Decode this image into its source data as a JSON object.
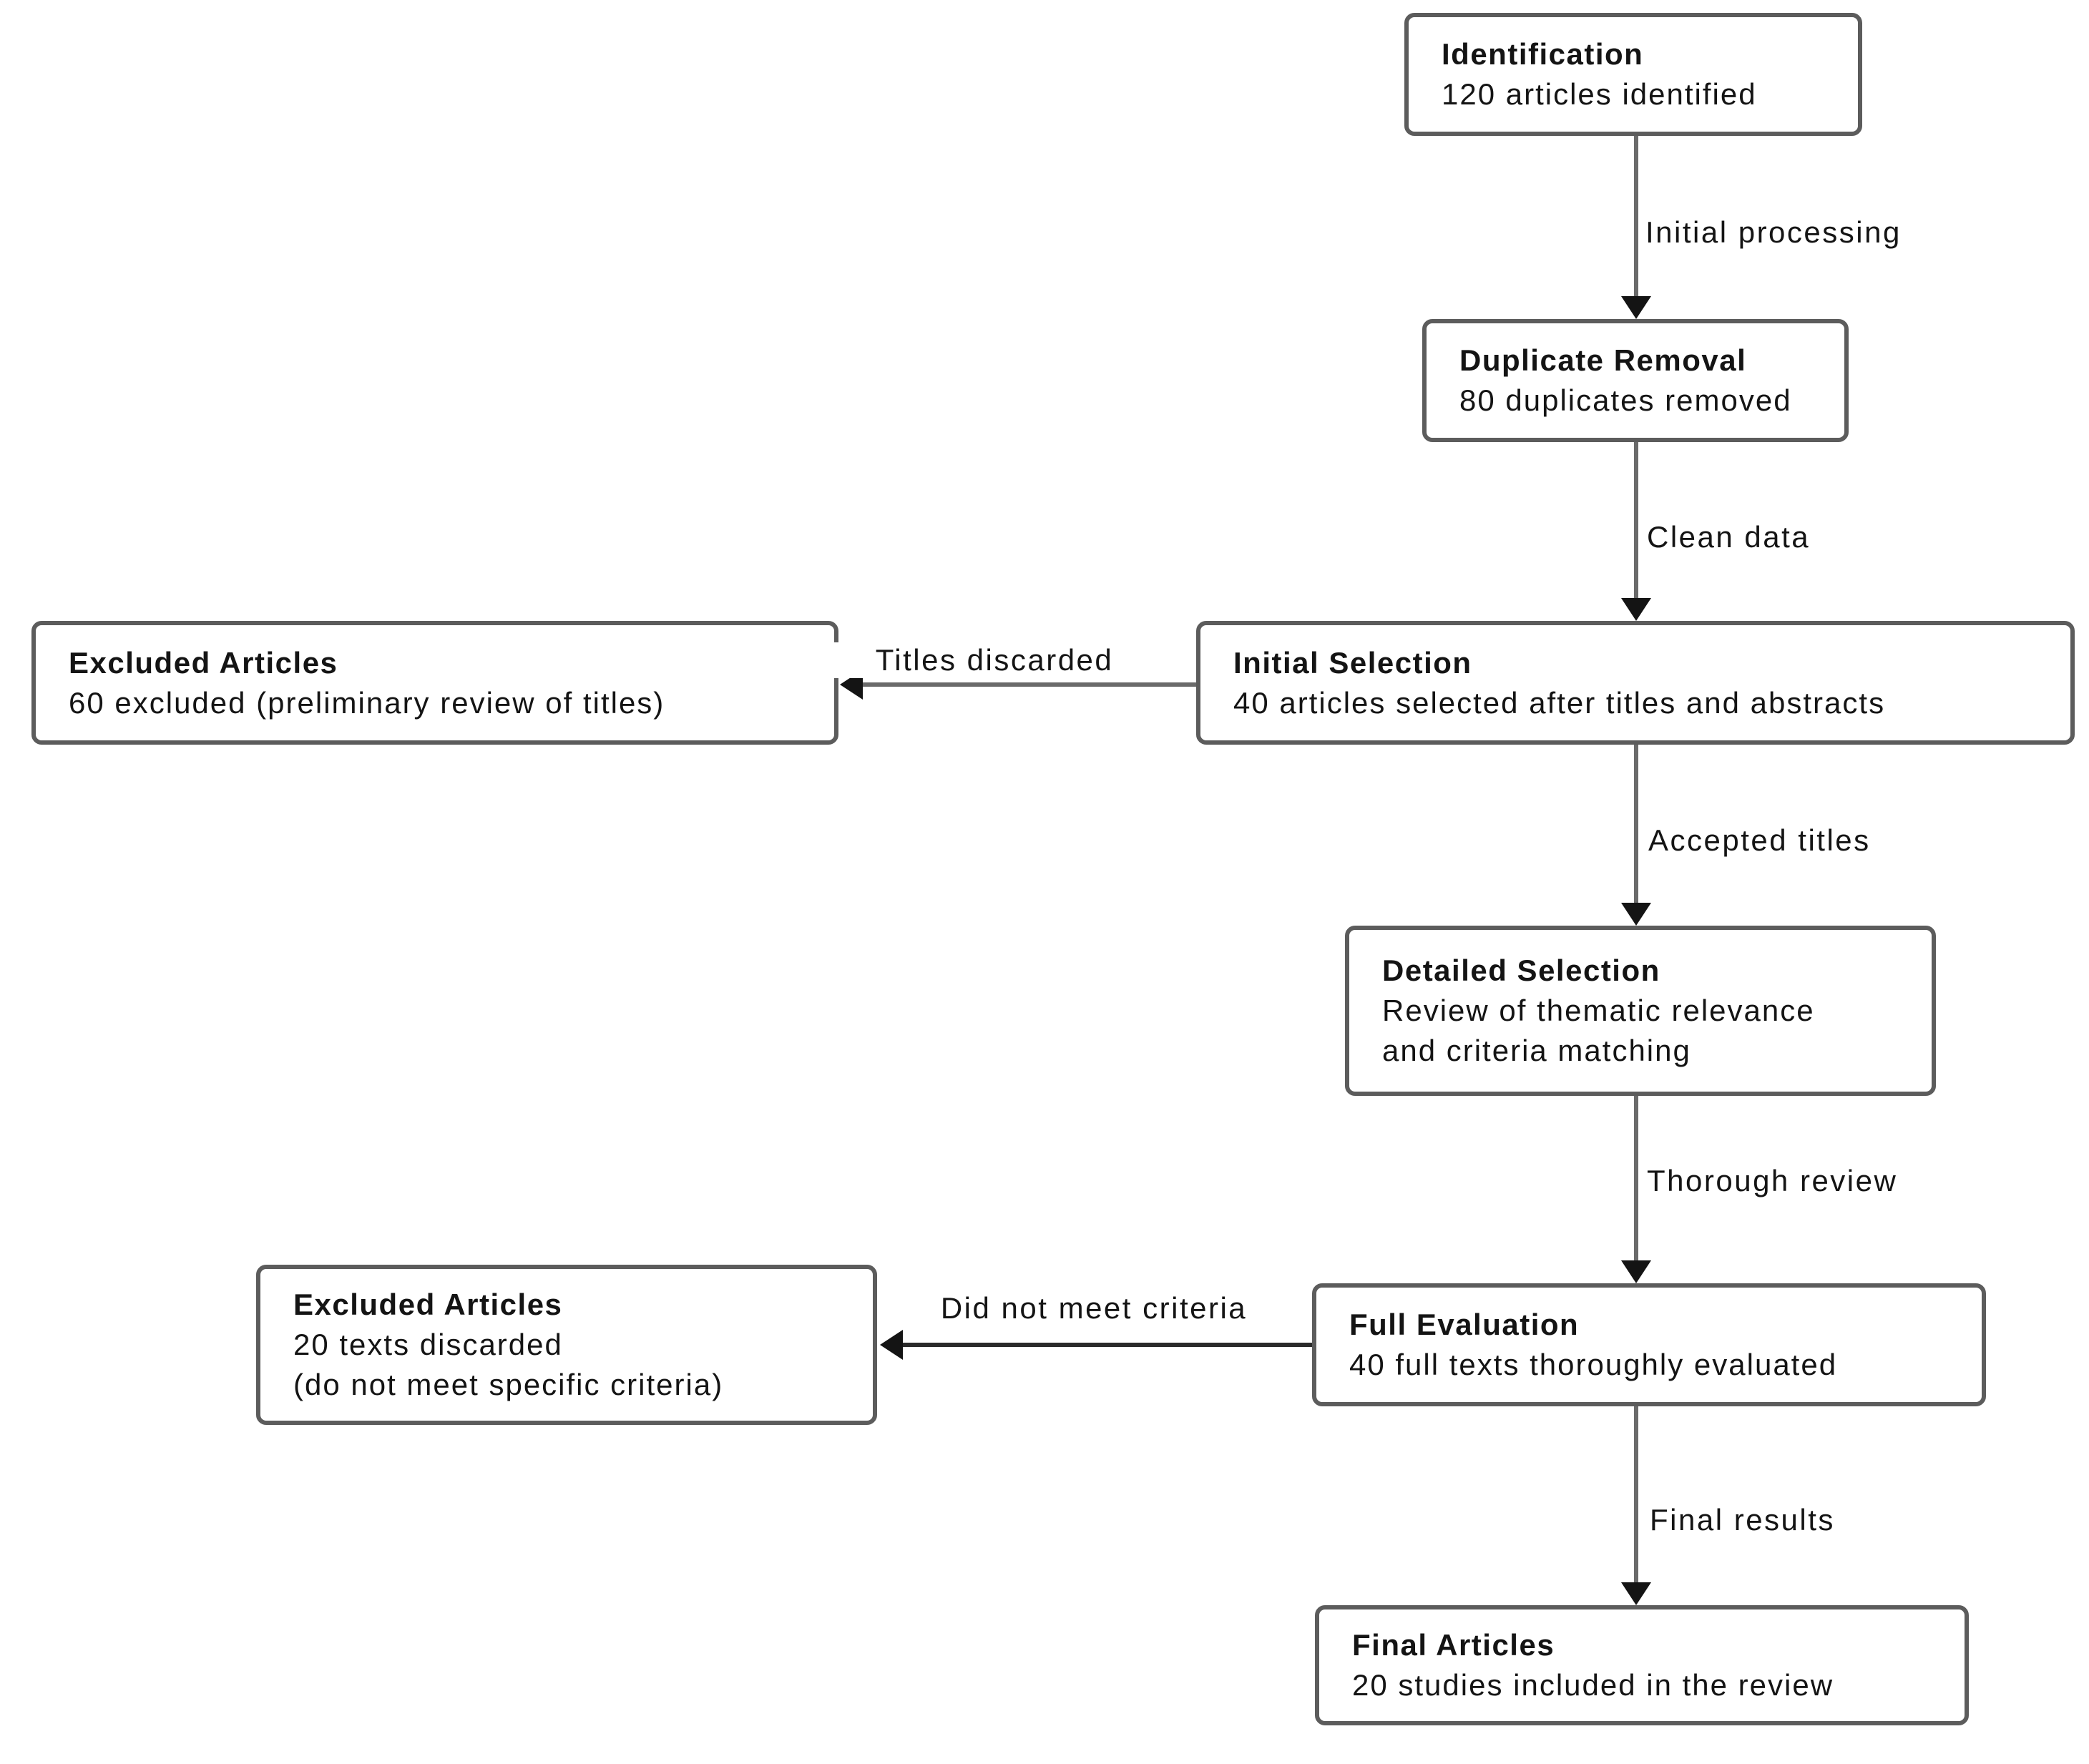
{
  "diagram": {
    "type": "flowchart",
    "nodes": [
      {
        "id": "identification",
        "title": "Identification",
        "body": "120 articles identified"
      },
      {
        "id": "duplicate-removal",
        "title": "Duplicate Removal",
        "body": "80 duplicates removed"
      },
      {
        "id": "initial-selection",
        "title": "Initial Selection",
        "body": "40 articles selected after titles and abstracts"
      },
      {
        "id": "excluded-articles-titles",
        "title": "Excluded Articles",
        "body": "60 excluded (preliminary review of titles)"
      },
      {
        "id": "detailed-selection",
        "title": "Detailed Selection",
        "body": "Review of thematic relevance\nand criteria matching"
      },
      {
        "id": "full-evaluation",
        "title": "Full Evaluation",
        "body": "40 full texts thoroughly evaluated"
      },
      {
        "id": "excluded-articles-criteria",
        "title": "Excluded Articles",
        "body": "20 texts discarded\n(do not meet specific criteria)"
      },
      {
        "id": "final-articles",
        "title": "Final Articles",
        "body": "20 studies included in the review"
      }
    ],
    "edge_labels": {
      "initial_processing": "Initial processing",
      "clean_data": "Clean data",
      "titles_discarded": "Titles discarded",
      "accepted_titles": "Accepted titles",
      "thorough_review": "Thorough review",
      "did_not_meet_criteria": "Did not meet criteria",
      "final_results": "Final results"
    },
    "colors": {
      "background": "#ffffff",
      "box_fill": "#ffffff",
      "box_border": "#5c5c5c",
      "line": "#6a6a6a",
      "arrow": "#141414",
      "text": "#141414"
    }
  }
}
